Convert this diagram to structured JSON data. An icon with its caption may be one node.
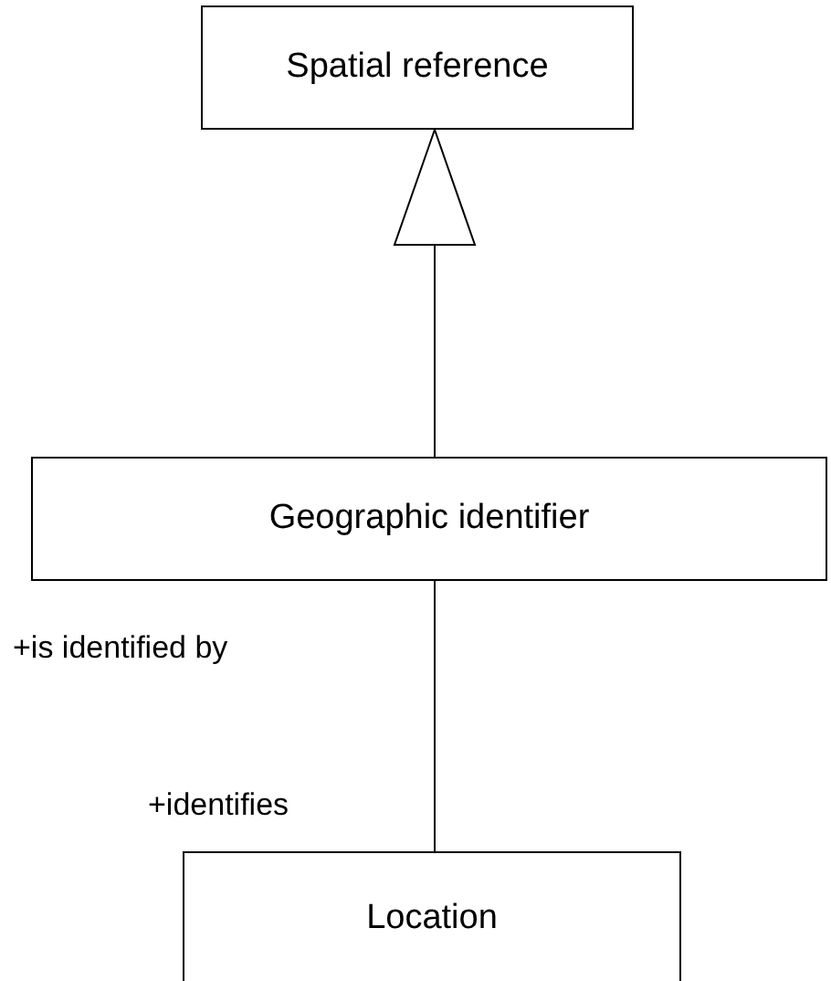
{
  "diagram": {
    "nodes": [
      {
        "text": [
          "Spatial reference"
        ]
      },
      {
        "text": [
          "Geographic identifier"
        ]
      },
      {
        "text": [
          "Location"
        ]
      }
    ],
    "edges": [
      {
        "from": 1,
        "to": 0,
        "arrow": "to"
      },
      {
        "from": 1,
        "to": 2,
        "arrow": "none"
      }
    ],
    "labels": [
      "+is identified by",
      "+identifies"
    ]
  }
}
